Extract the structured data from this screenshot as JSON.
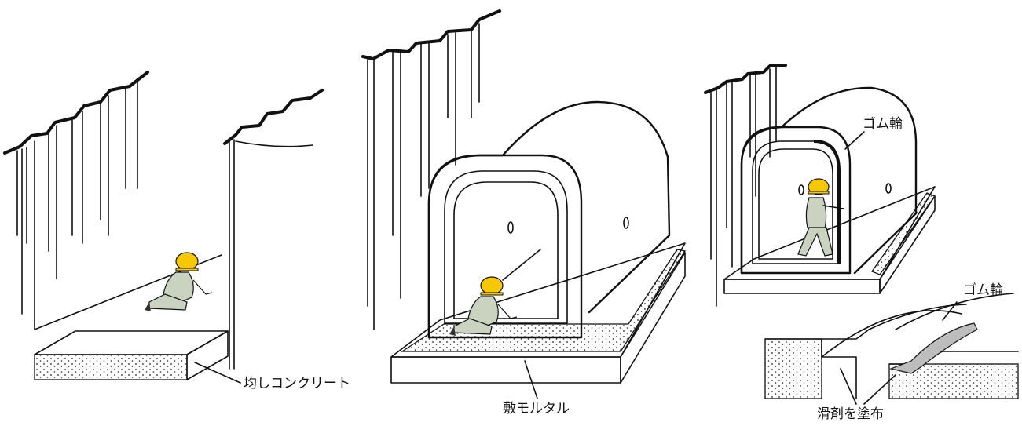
{
  "labels": {
    "leveling_concrete": "均しコンクリート",
    "bedding_mortar": "敷モルタル",
    "rubber_ring_main": "ゴム輪",
    "rubber_ring_detail": "ゴム輪",
    "lubricant": "滑剤を塗布"
  },
  "colors": {
    "line": "#111111",
    "helmet": "#f5c800",
    "uniform": "#c9d3bf",
    "rubber_ring": "#bdbdbd"
  }
}
